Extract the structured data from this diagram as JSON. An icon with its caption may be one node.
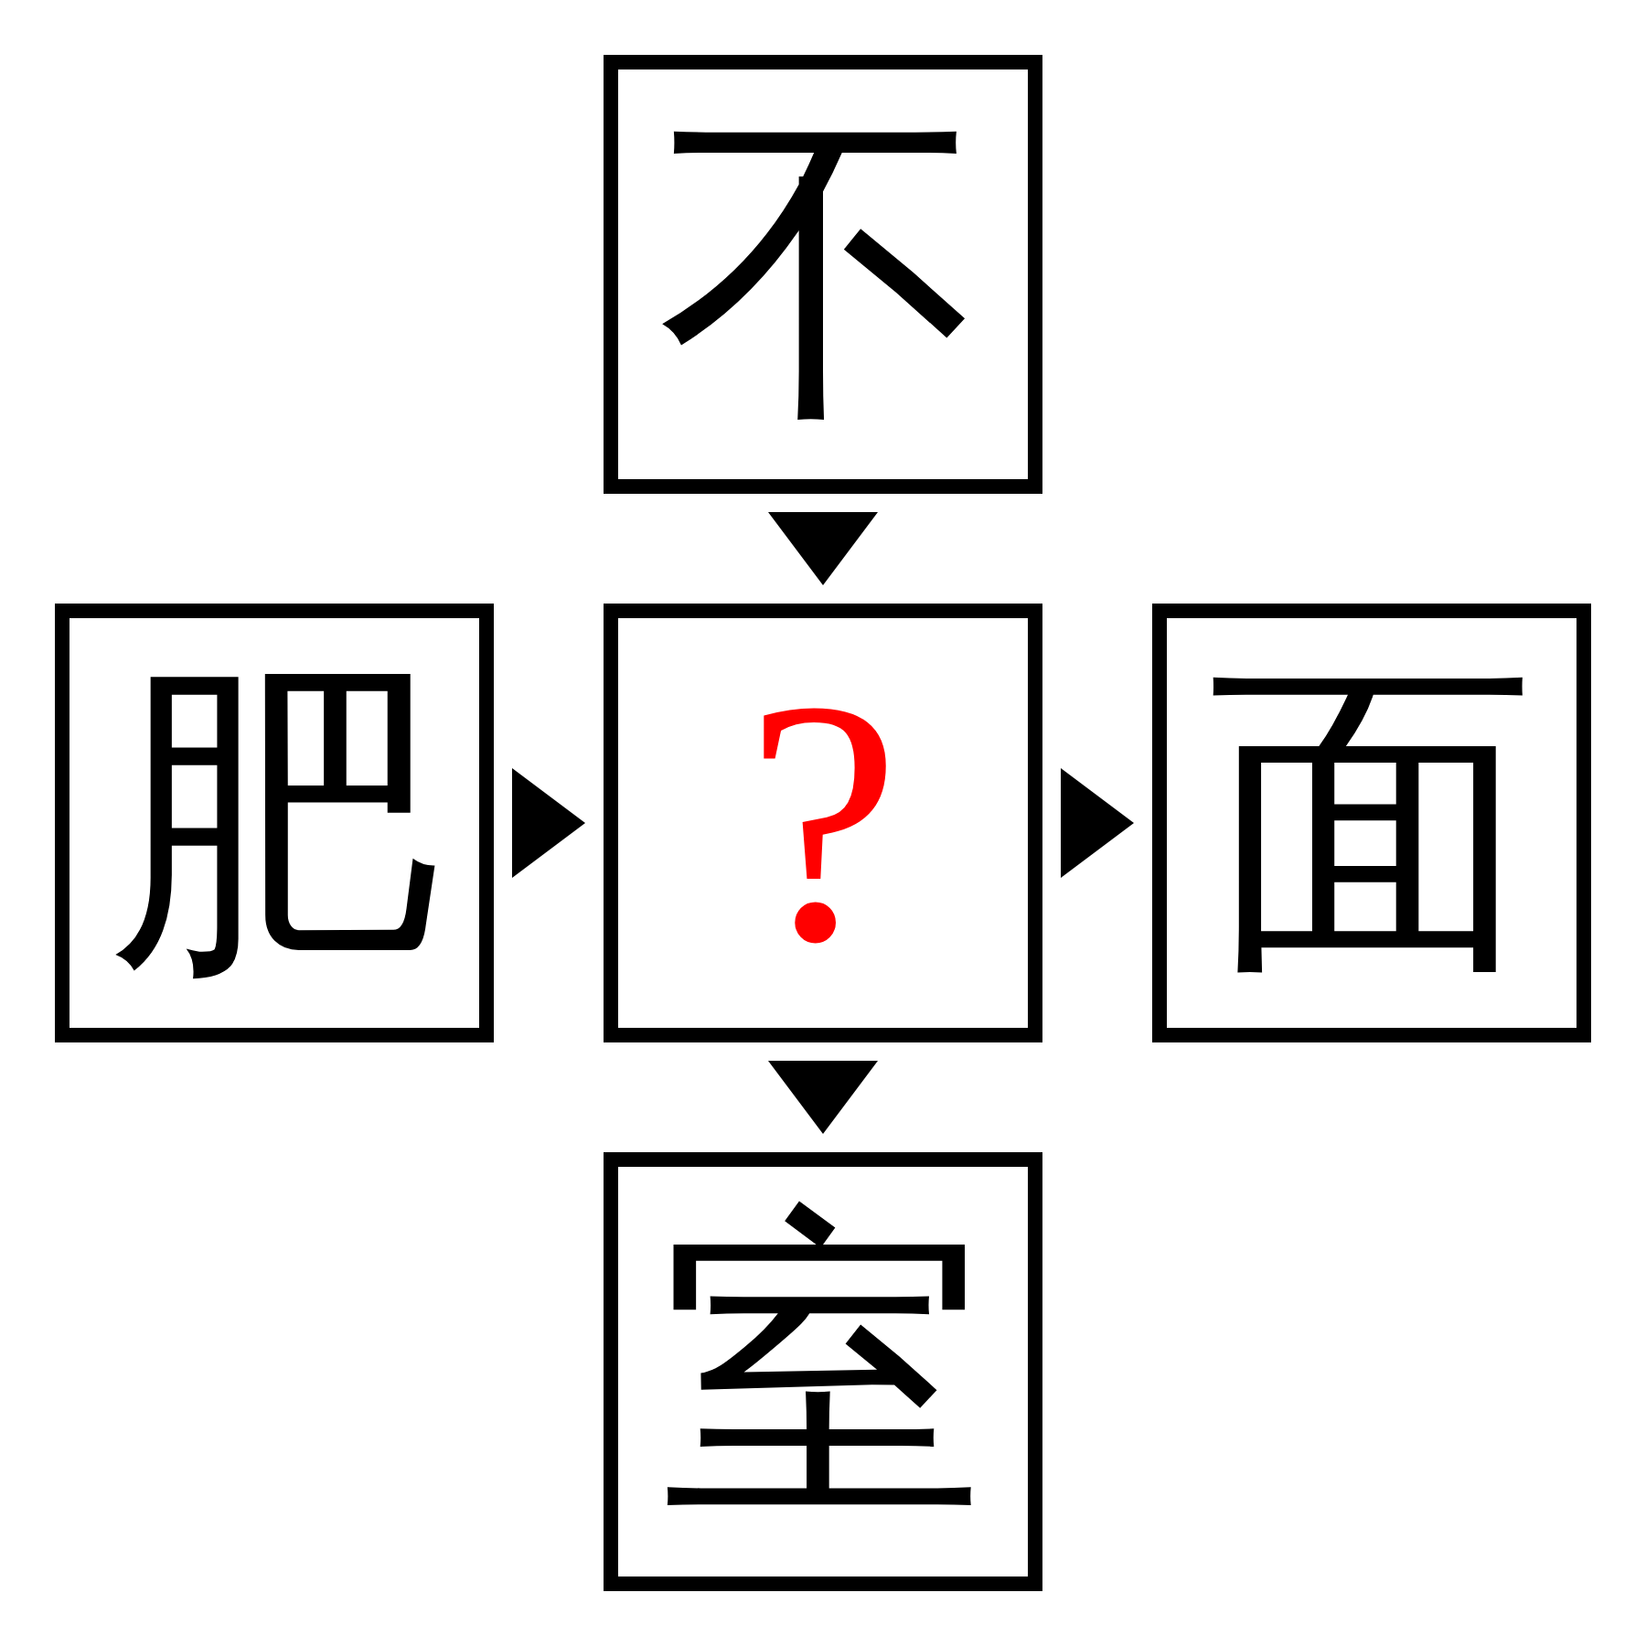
{
  "diagram": {
    "nodes": [
      {
        "text": [
          "不"
        ]
      },
      {
        "text": [
          "肥"
        ]
      },
      {
        "text": [
          "?"
        ]
      },
      {
        "text": [
          "面"
        ]
      },
      {
        "text": [
          "室"
        ]
      }
    ],
    "edges": [
      {
        "from": 0,
        "to": 2,
        "arrow": "to"
      },
      {
        "from": 1,
        "to": 2,
        "arrow": "to"
      },
      {
        "from": 2,
        "to": 3,
        "arrow": "to"
      },
      {
        "from": 2,
        "to": 4,
        "arrow": "to"
      }
    ]
  }
}
